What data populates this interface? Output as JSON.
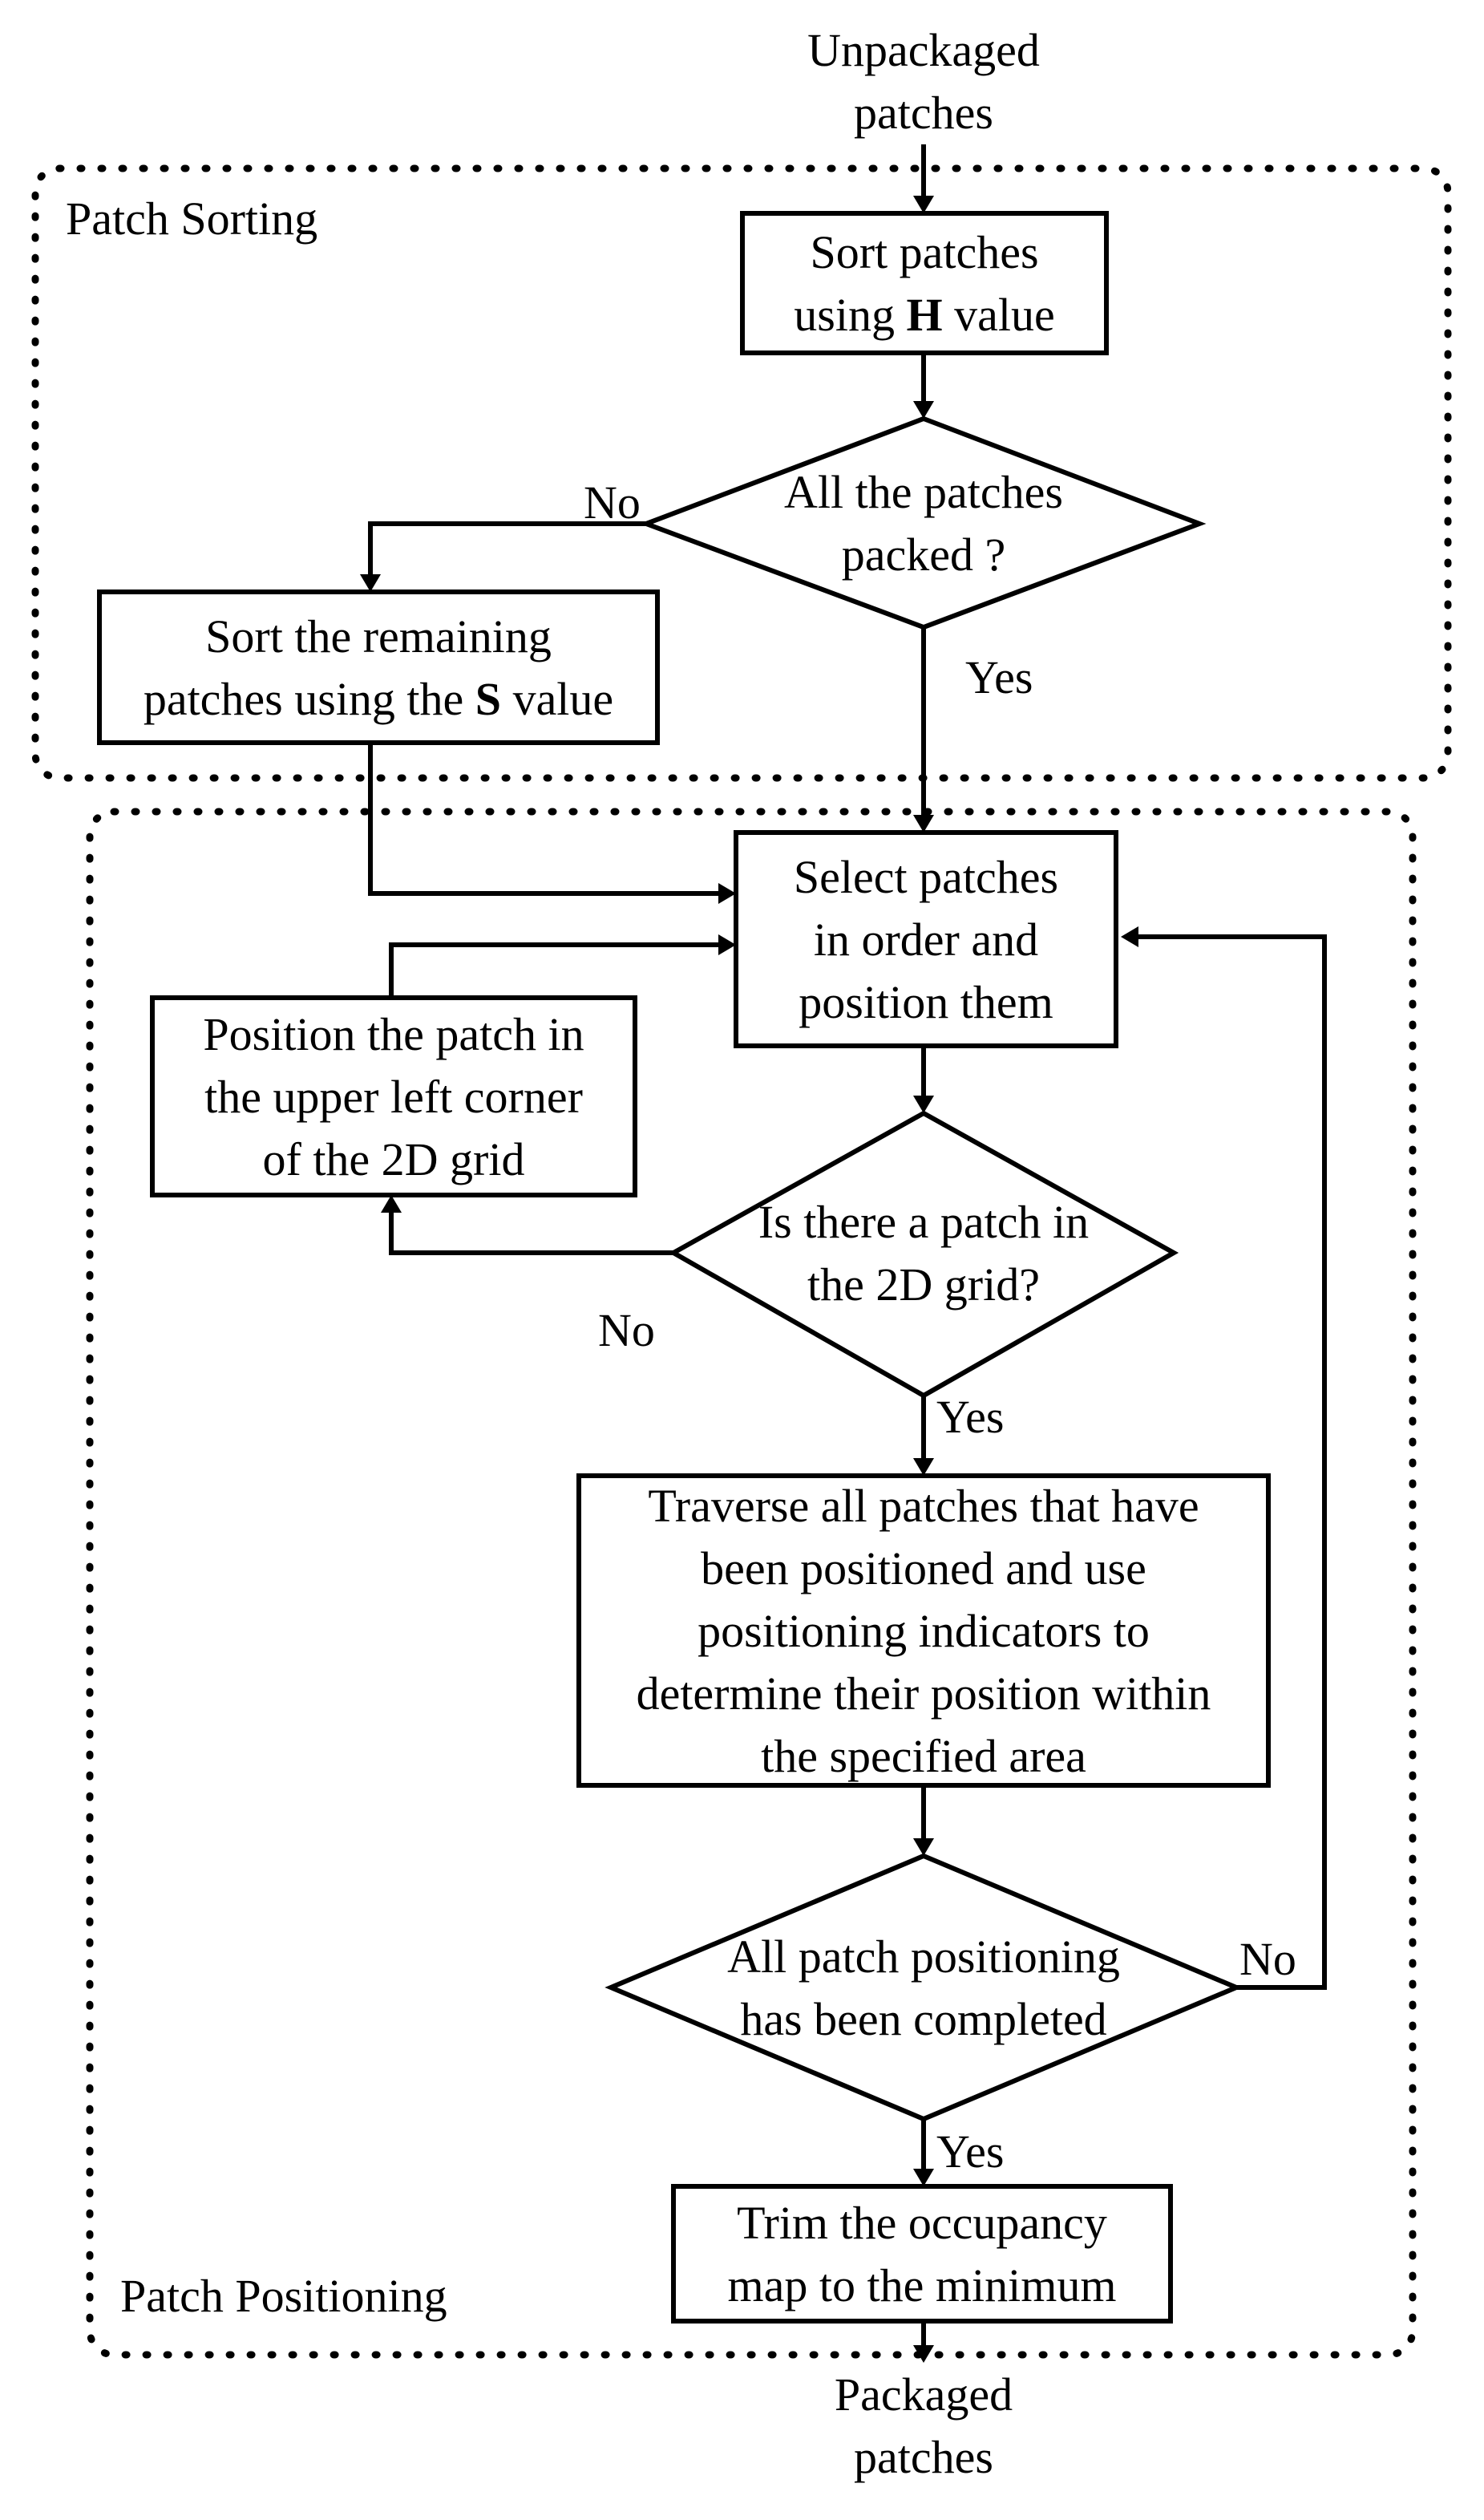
{
  "input_label": [
    "Unpackaged",
    "patches"
  ],
  "output_label": [
    "Packaged",
    "patches"
  ],
  "groups": {
    "sorting": "Patch Sorting",
    "positioning": "Patch Positioning"
  },
  "nodes": {
    "sort_h": {
      "lines": [
        [
          "Sort patches"
        ],
        [
          "using ",
          "H",
          " value"
        ]
      ]
    },
    "all_packed": {
      "lines": [
        [
          "All the patches"
        ],
        [
          "packed ?"
        ]
      ]
    },
    "sort_s": {
      "lines": [
        [
          "Sort the remaining"
        ],
        [
          "patches using the ",
          "S",
          " value"
        ]
      ]
    },
    "select": {
      "lines": [
        [
          "Select patches"
        ],
        [
          "in order and"
        ],
        [
          "position them"
        ]
      ]
    },
    "position_corner": {
      "lines": [
        [
          "Position the patch in"
        ],
        [
          "the upper left corner"
        ],
        [
          "of the 2D grid"
        ]
      ]
    },
    "is_patch": {
      "lines": [
        [
          "Is there a patch in"
        ],
        [
          "the 2D grid?"
        ]
      ]
    },
    "traverse": {
      "lines": [
        [
          "Traverse all patches that have"
        ],
        [
          "been positioned and use"
        ],
        [
          "positioning indicators to"
        ],
        [
          "determine their position within"
        ],
        [
          "the specified area"
        ]
      ]
    },
    "all_done": {
      "lines": [
        [
          "All patch positioning"
        ],
        [
          "has been completed"
        ]
      ]
    },
    "trim": {
      "lines": [
        [
          "Trim the occupancy"
        ],
        [
          "map to the minimum"
        ]
      ]
    }
  },
  "edge_labels": {
    "packed_no": "No",
    "packed_yes": "Yes",
    "grid_no": "No",
    "grid_yes": "Yes",
    "done_no": "No",
    "done_yes": "Yes"
  }
}
